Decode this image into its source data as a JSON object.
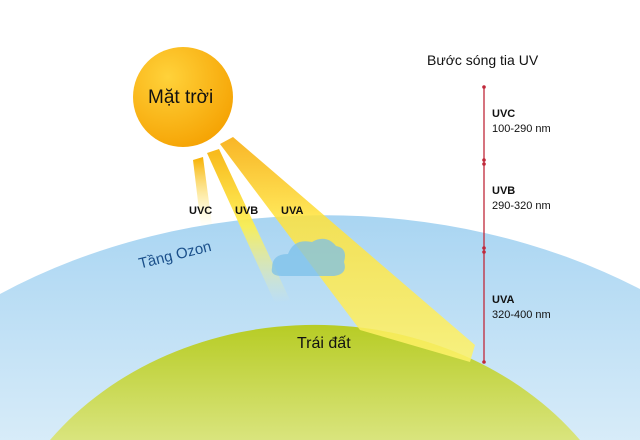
{
  "sun": {
    "label": "Mặt trời"
  },
  "rays": [
    {
      "label": "UVC"
    },
    {
      "label": "UVB"
    },
    {
      "label": "UVA"
    }
  ],
  "ozone": {
    "label": "Tầng Ozon"
  },
  "earth": {
    "label": "Trái đất"
  },
  "scale": {
    "title": "Bước sóng tia UV",
    "bands": [
      {
        "name": "UVC",
        "range": "100-290 nm"
      },
      {
        "name": "UVB",
        "range": "290-320 nm"
      },
      {
        "name": "UVA",
        "range": "320-400 nm"
      }
    ]
  },
  "colors": {
    "axis": "#c0283a",
    "sun": "#f7a800",
    "ozone": "#a8d4f0",
    "earth": "#b9cf2a"
  }
}
